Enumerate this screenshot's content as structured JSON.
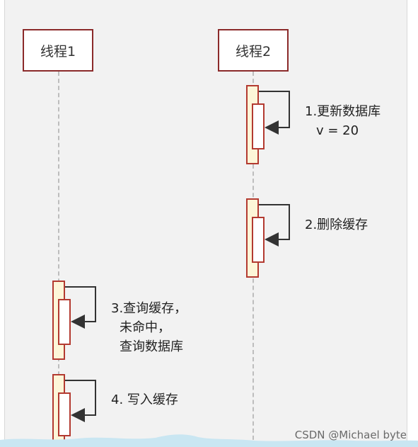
{
  "threads": {
    "thread1": "线程1",
    "thread2": "线程2"
  },
  "messages": {
    "m1": [
      "1.更新数据库",
      "v = 20"
    ],
    "m2": [
      "2.删除缓存"
    ],
    "m3": [
      "3.查询缓存，",
      "未命中，",
      "查询数据库"
    ],
    "m4": [
      "4. 写入缓存"
    ]
  },
  "watermark": "CSDN @Michael byte",
  "colors": {
    "box_border": "#8b2a2a",
    "activation_border": "#b33a30",
    "activation_fill": "#fdf6d8",
    "background": "#f2f2f2"
  }
}
